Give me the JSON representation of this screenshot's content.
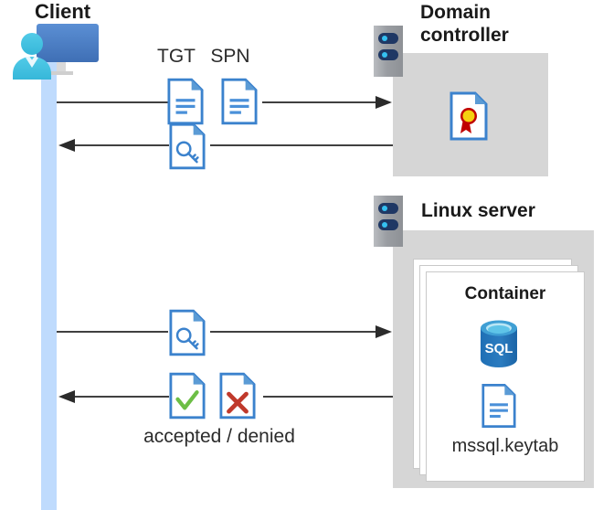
{
  "diagram": {
    "title_client": "Client",
    "title_domain_controller": "Domain\ncontroller",
    "title_domain_controller_line1": "Domain",
    "title_domain_controller_line2": "controller",
    "title_linux_server": "Linux server",
    "title_container": "Container"
  },
  "labels": {
    "tgt": "TGT",
    "spn": "SPN",
    "accepted_denied": "accepted / denied",
    "keytab_file": "mssql.keytab",
    "sql_badge": "SQL"
  },
  "icons": {
    "client": "client-workstation-icon",
    "rack_dc": "server-rack-icon",
    "rack_linux": "server-rack-icon",
    "certificate": "certificate-document-icon",
    "tgt_doc": "text-document-icon",
    "spn_doc": "text-document-icon",
    "ticket_key": "key-document-icon",
    "accepted": "check-document-icon",
    "denied": "cross-document-icon",
    "sql": "sql-database-icon",
    "keytab": "text-document-icon"
  },
  "colors": {
    "accent_blue": "#3b82cd",
    "doc_fold_blue": "#5b9bd5",
    "lifeline_blue": "#bfdbfd",
    "host_grey": "#d6d6d6",
    "rack_grey": "#9a9da2",
    "rack_slot_navy": "#1f3864",
    "rack_led_cyan": "#35c1f1",
    "check_green": "#6cbe45",
    "cross_red": "#c0392b",
    "cert_gold": "#f5d010",
    "cert_ribbon_red": "#c00000",
    "sql_blue": "#2b7cc0",
    "line_dark": "#404040",
    "text_dark": "#1a1a1a"
  },
  "flows": [
    {
      "id": "flow-request-tgt-spn",
      "direction": "right",
      "from": "Client",
      "to": "Domain controller",
      "payload": [
        "TGT",
        "SPN"
      ]
    },
    {
      "id": "flow-return-ticket",
      "direction": "left",
      "from": "Domain controller",
      "to": "Client",
      "payload": [
        "service ticket"
      ]
    },
    {
      "id": "flow-present-ticket",
      "direction": "right",
      "from": "Client",
      "to": "Linux server",
      "payload": [
        "service ticket"
      ]
    },
    {
      "id": "flow-auth-result",
      "direction": "left",
      "from": "Linux server",
      "to": "Client",
      "payload": [
        "accepted / denied"
      ]
    }
  ]
}
